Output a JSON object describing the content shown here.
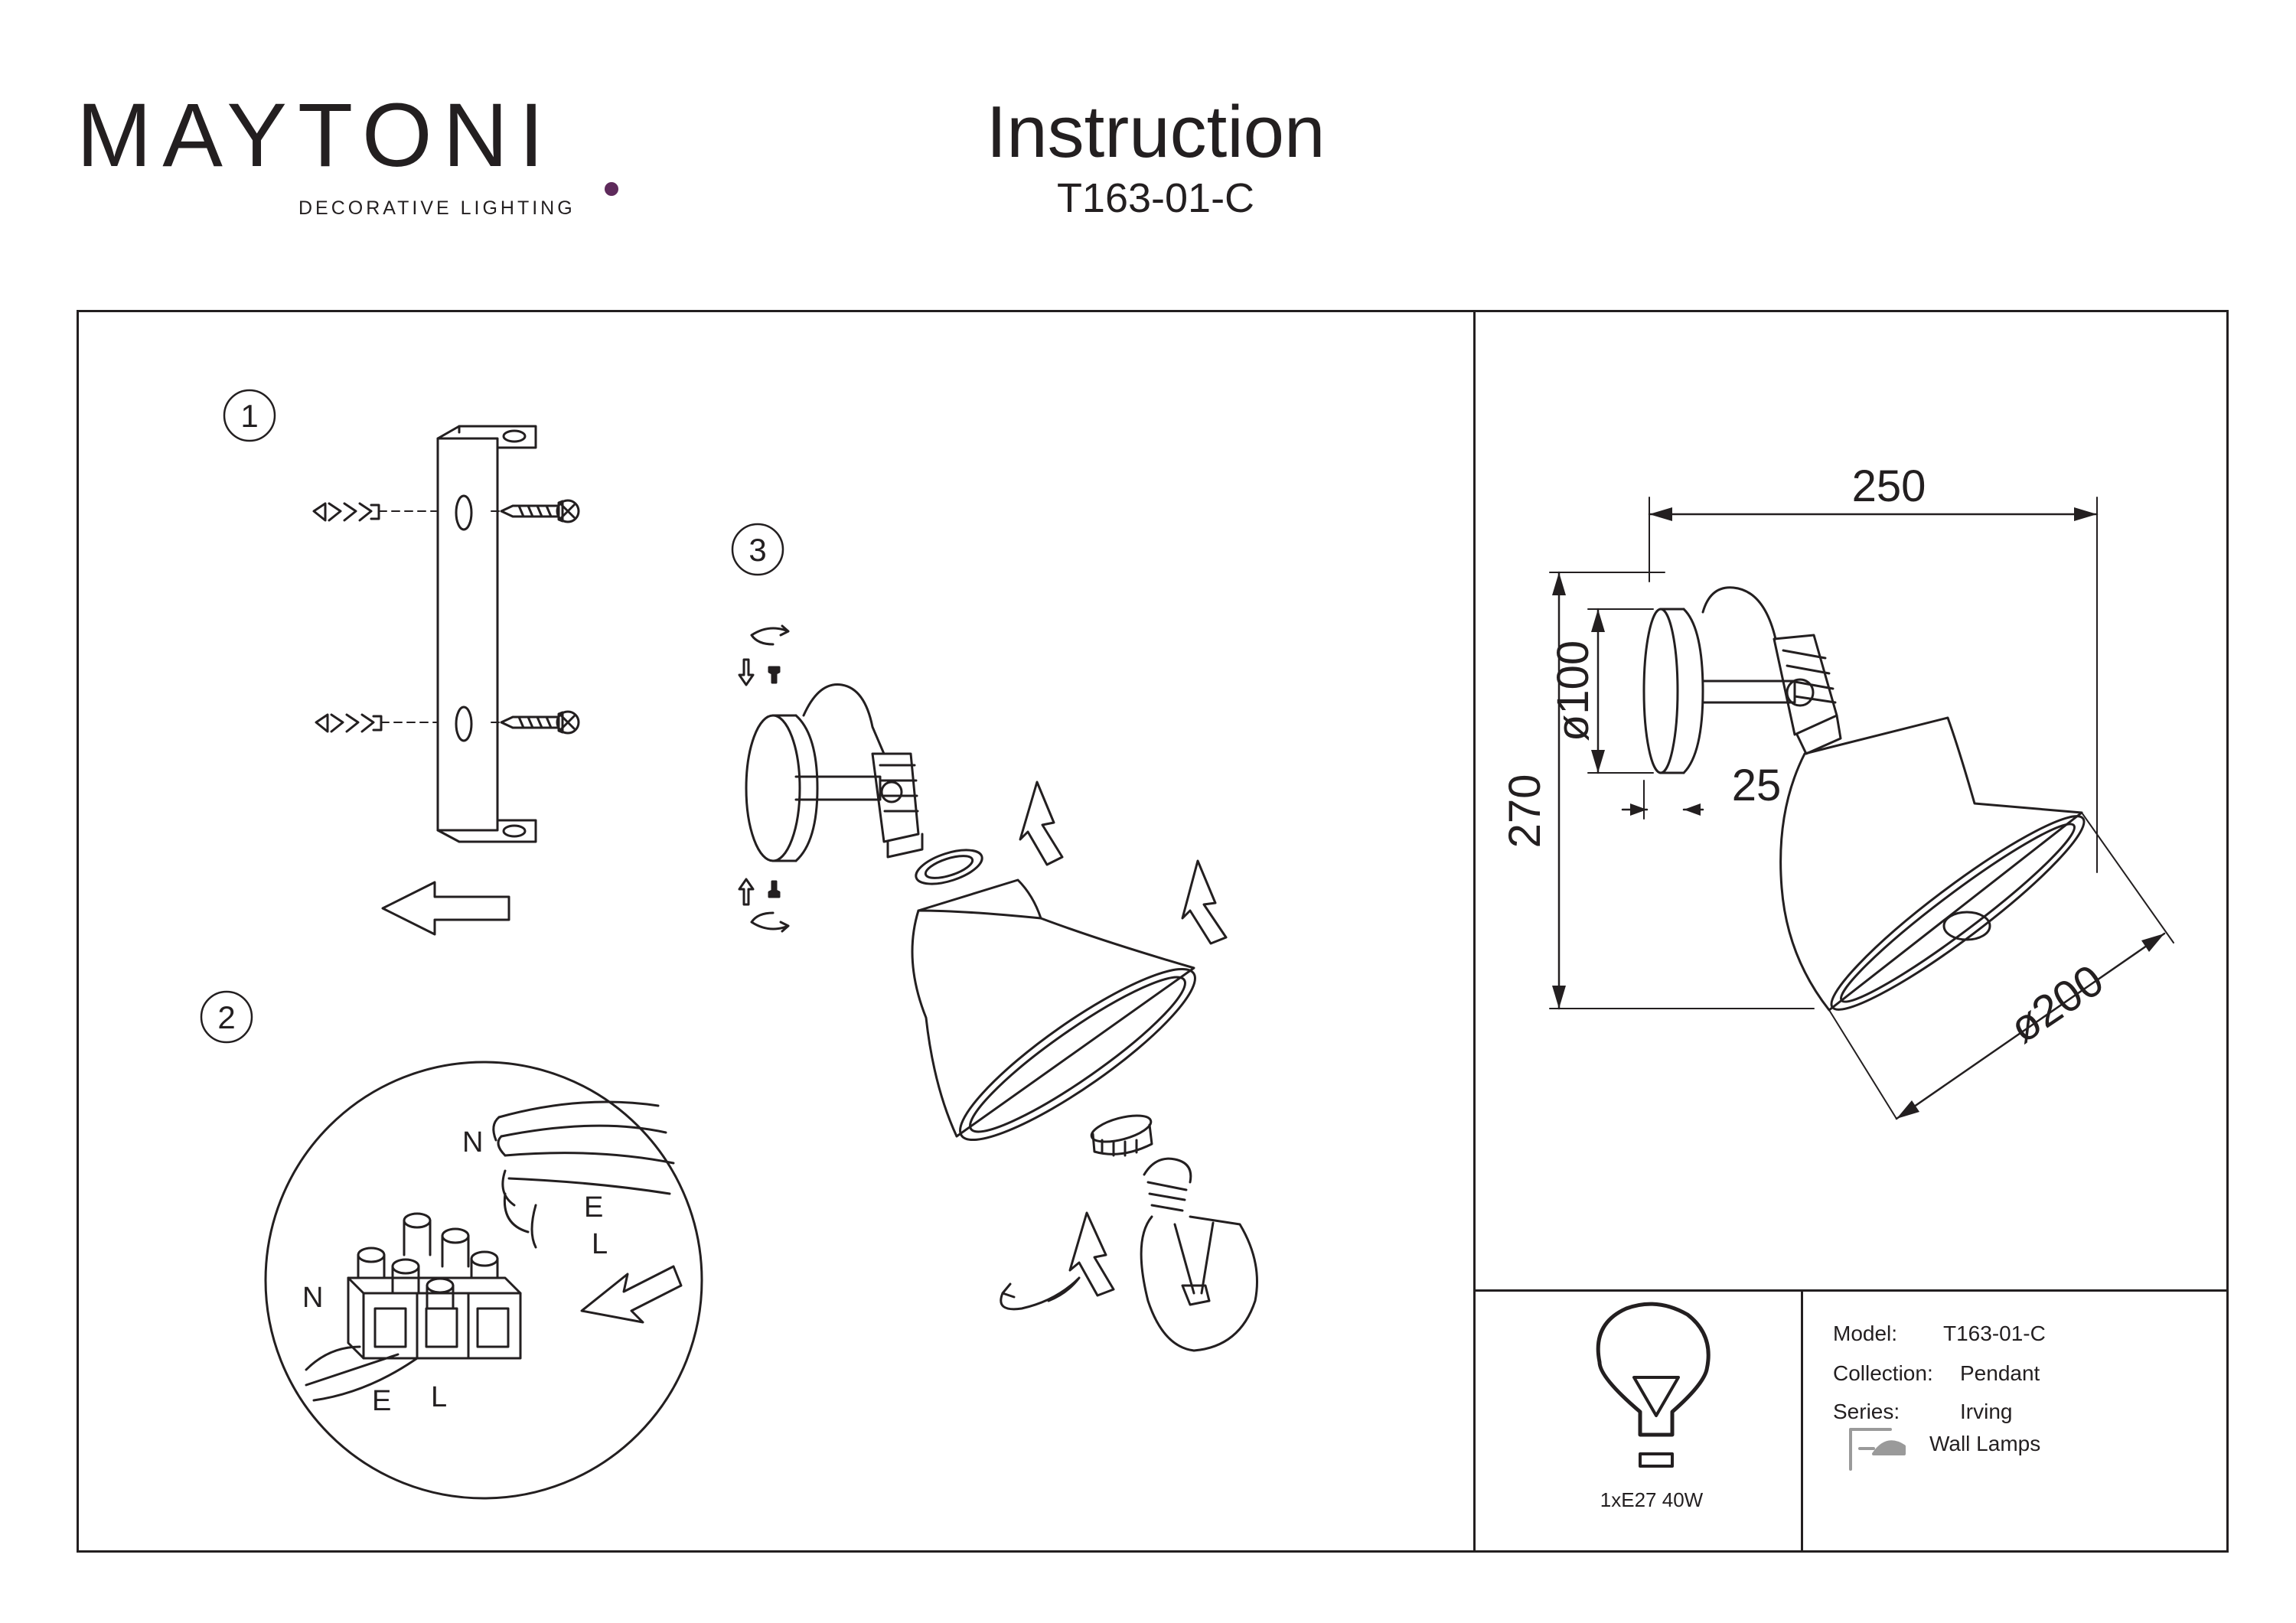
{
  "brand": {
    "name": "MAYTONI",
    "tagline": "DECORATIVE LIGHTING"
  },
  "header": {
    "title": "Instruction",
    "model_code": "T163-01-C"
  },
  "steps": {
    "step1": "1",
    "step2": "2",
    "step3": "3"
  },
  "wiring": {
    "n_top": "N",
    "e_top": "E",
    "l_top": "L",
    "n_bottom": "N",
    "e_bottom": "E",
    "l_bottom": "L"
  },
  "dimensions": {
    "width": "250",
    "height": "270",
    "base_diameter": "ø100",
    "base_depth": "25",
    "shade_diameter": "ø200"
  },
  "bulb": {
    "spec": "1xE27 40W",
    "icon": "light-bulb-icon"
  },
  "specs": {
    "model_label": "Model:",
    "model_value": "T163-01-C",
    "collection_label": "Collection:",
    "collection_value": "Pendant",
    "series_label": "Series:",
    "series_value": "Irving",
    "type_value": "Wall Lamps",
    "type_icon": "wall-lamp-icon"
  },
  "colors": {
    "ink": "#231f20",
    "brand_accent": "#5e2a5b"
  }
}
